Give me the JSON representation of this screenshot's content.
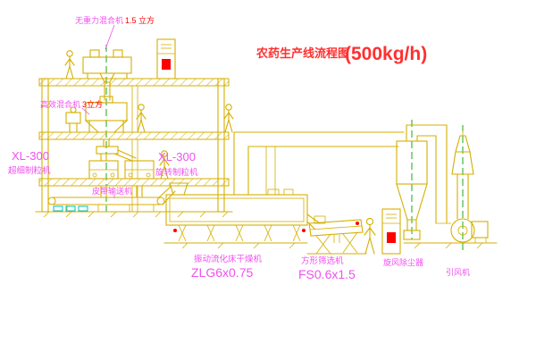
{
  "title": {
    "main": "农药生产线流程图",
    "capacity": "(500kg/h)"
  },
  "labels": {
    "gravity_mixer": {
      "name": "无重力混合机",
      "size": "1.5 立方"
    },
    "high_eff_mixer": {
      "name": "高效混合机",
      "size": "3立方"
    },
    "granulator_left": {
      "model": "XL-300",
      "name": "超细制粒机"
    },
    "granulator_right": {
      "model": "XL-300",
      "name": "旋转制粒机"
    },
    "belt_conveyor": "皮带输送机",
    "dryer": {
      "name": "振动流化床干燥机",
      "model": "ZLG6x0.75"
    },
    "sieve": {
      "name": "方形筛选机",
      "model": "FS0.6x1.5"
    },
    "cyclone": "旋风除尘器",
    "fan": "引风机"
  },
  "colors": {
    "line": "#d4af00",
    "label": "#f050f0",
    "title": "#ff3030",
    "accent_red": "#ff0000",
    "centerline": "#00a000",
    "detail_cyan": "#00c0c0",
    "background": "#ffffff"
  }
}
